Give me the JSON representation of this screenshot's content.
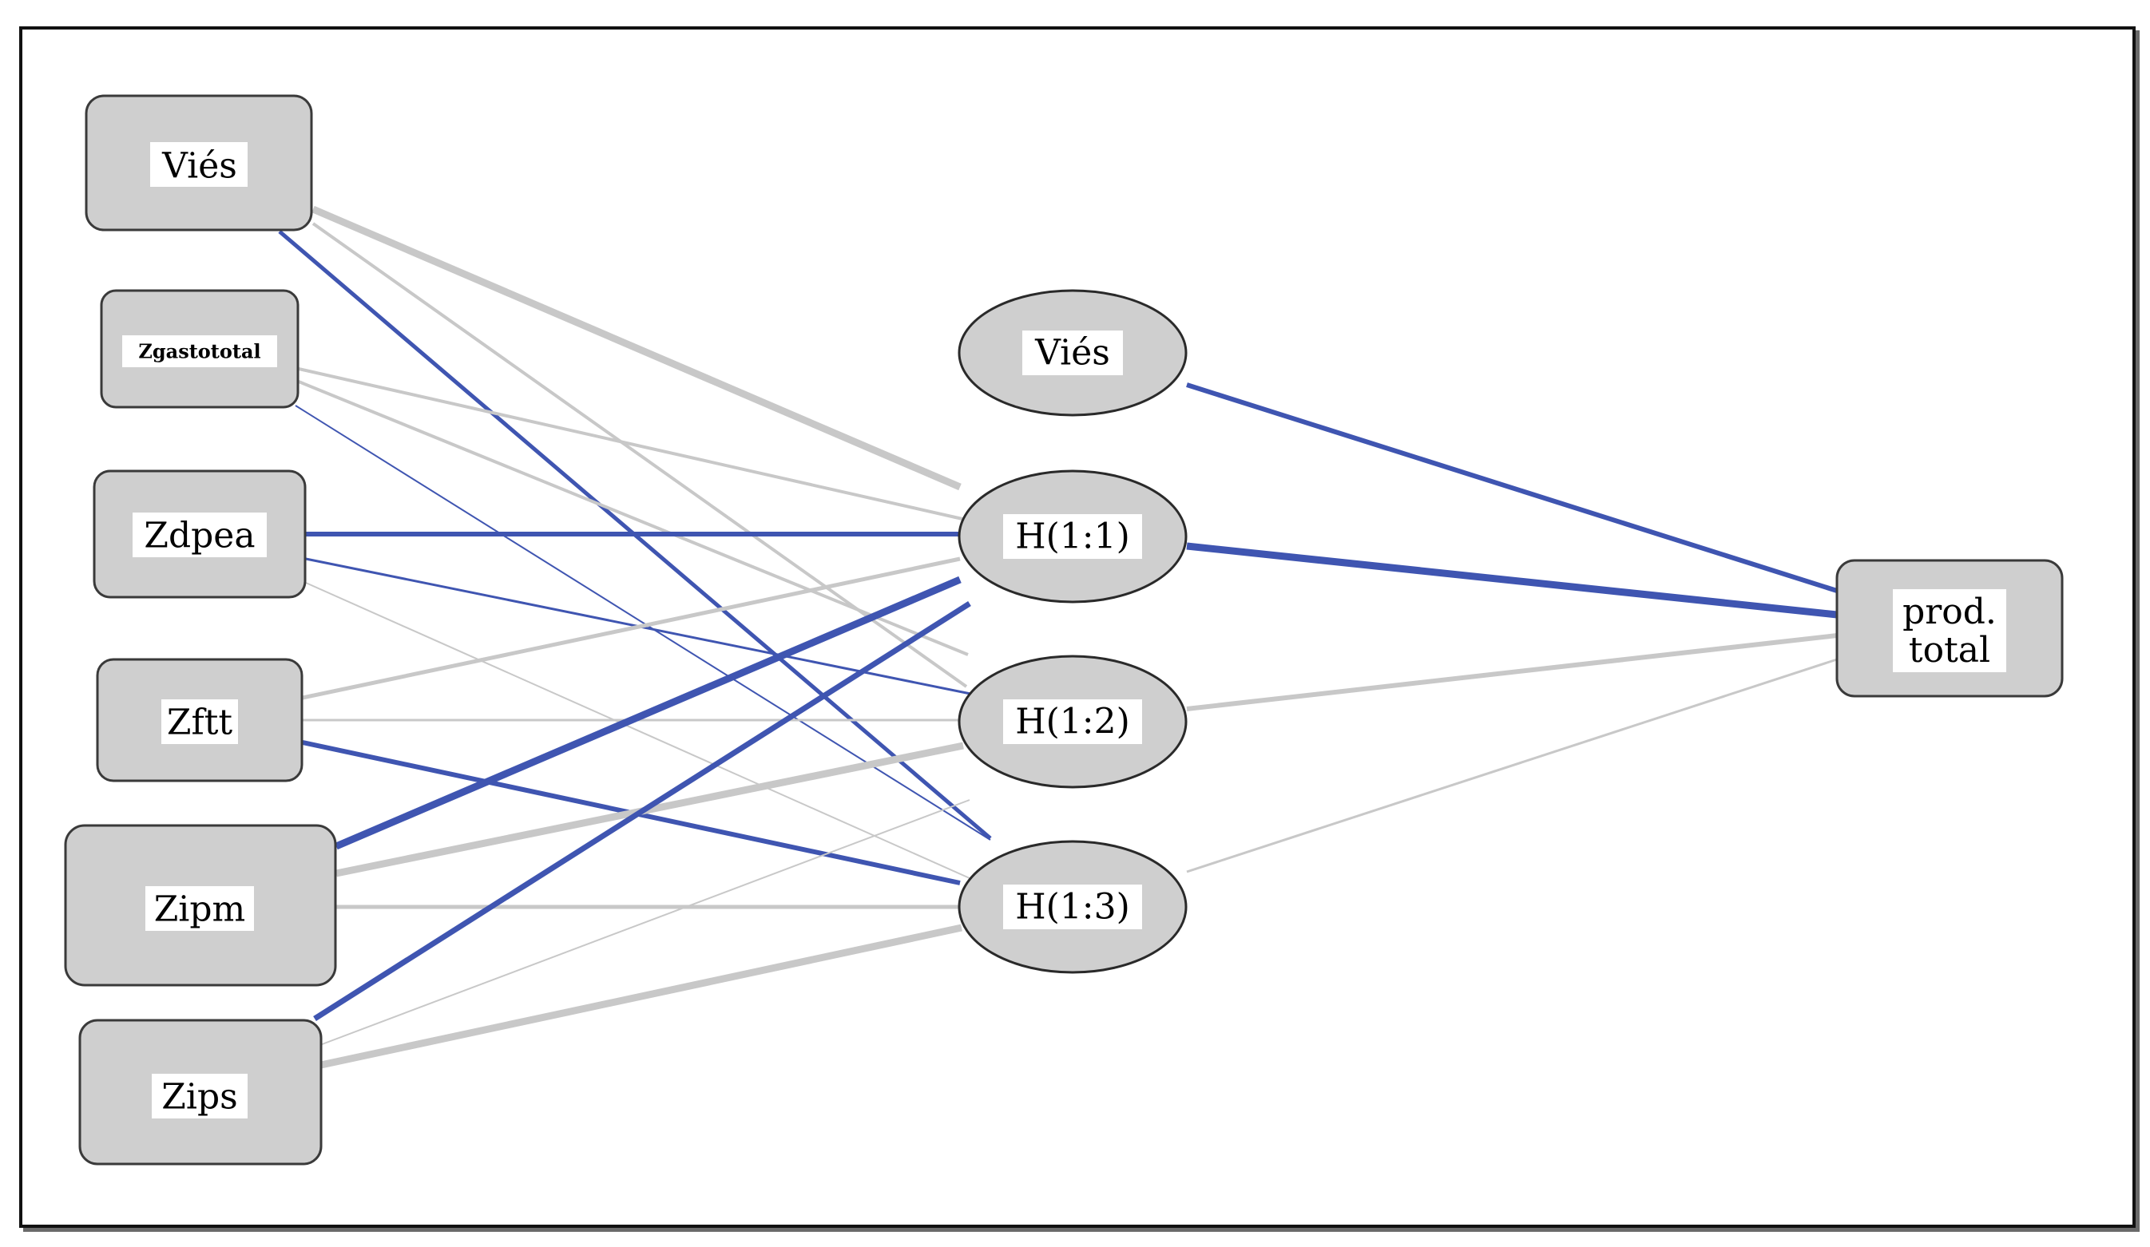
{
  "colors": {
    "positive": "#3f55b1",
    "negative": "#c8c8c8",
    "node_fill": "#cfcfcf"
  },
  "input_nodes": [
    {
      "id": "in-vies",
      "label": "Viés"
    },
    {
      "id": "in-zgastototal",
      "label": "Zgastototal"
    },
    {
      "id": "in-zdpea",
      "label": "Zdpea"
    },
    {
      "id": "in-zftt",
      "label": "Zftt"
    },
    {
      "id": "in-zipm",
      "label": "Zipm"
    },
    {
      "id": "in-zips",
      "label": "Zips"
    }
  ],
  "hidden_nodes": [
    {
      "id": "hid-vies",
      "label": "Viés"
    },
    {
      "id": "hid-h11",
      "label": "H(1:1)"
    },
    {
      "id": "hid-h12",
      "label": "H(1:2)"
    },
    {
      "id": "hid-h13",
      "label": "H(1:3)"
    }
  ],
  "output_nodes": [
    {
      "id": "out-prod",
      "label": "prod.\ntotal"
    }
  ]
}
